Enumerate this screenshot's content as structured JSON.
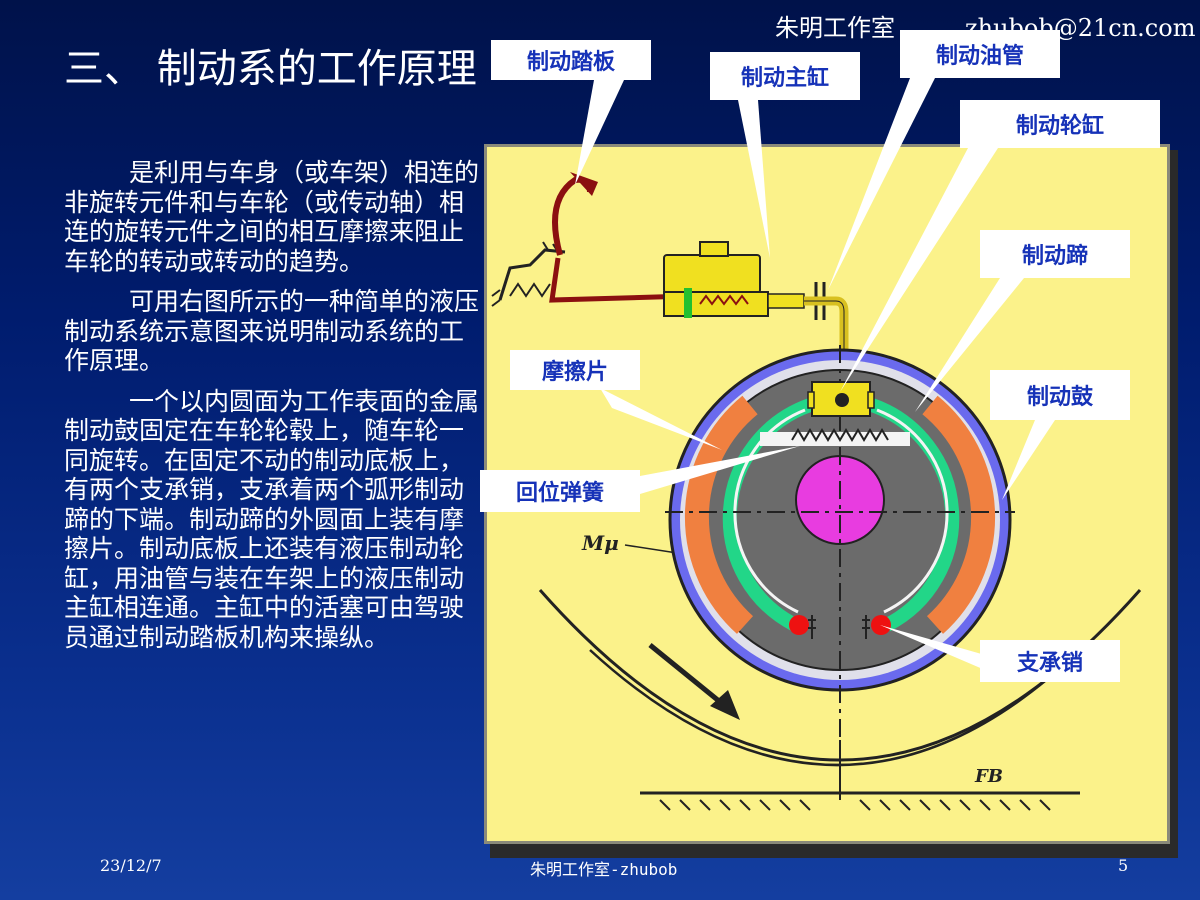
{
  "header": {
    "studio": "朱明工作室",
    "email": "zhubob@21cn.com"
  },
  "title": "三、 制动系的工作原理",
  "paragraphs": [
    "是利用与车身（或车架）相连的非旋转元件和与车轮（或传动轴）相连的旋转元件之间的相互摩擦来阻止车轮的转动或转动的趋势。",
    "可用右图所示的一种简单的液压制动系统示意图来说明制动系统的工作原理。",
    "一个以内圆面为工作表面的金属制动鼓固定在车轮轮毂上，随车轮一同旋转。在固定不动的制动底板上，有两个支承销，支承着两个弧形制动蹄的下端。制动蹄的外圆面上装有摩擦片。制动底板上还装有液压制动轮缸，用油管与装在车架上的液压制动主缸相连通。主缸中的活塞可由驾驶员通过制动踏板机构来操纵。"
  ],
  "labels": {
    "pedal": "制动踏板",
    "master_cylinder": "制动主缸",
    "oil_pipe": "制动油管",
    "wheel_cylinder": "制动轮缸",
    "shoe": "制动蹄",
    "lining": "摩擦片",
    "drum": "制动鼓",
    "return_spring": "回位弹簧",
    "anchor_pin": "支承销",
    "moment": "Mμ",
    "force": "FB"
  },
  "footer": {
    "date": "23/12/7",
    "center": "朱明工作室-zhubob",
    "page": "5"
  },
  "colors": {
    "panel": "#fbf28a",
    "callout_text": "#1632b8",
    "drum": "#6a6aee",
    "lining": "#f08040",
    "shoe": "#22d688",
    "hub": "#e83ce0",
    "pin": "#ee1111",
    "cylinder": "#f0e020"
  }
}
